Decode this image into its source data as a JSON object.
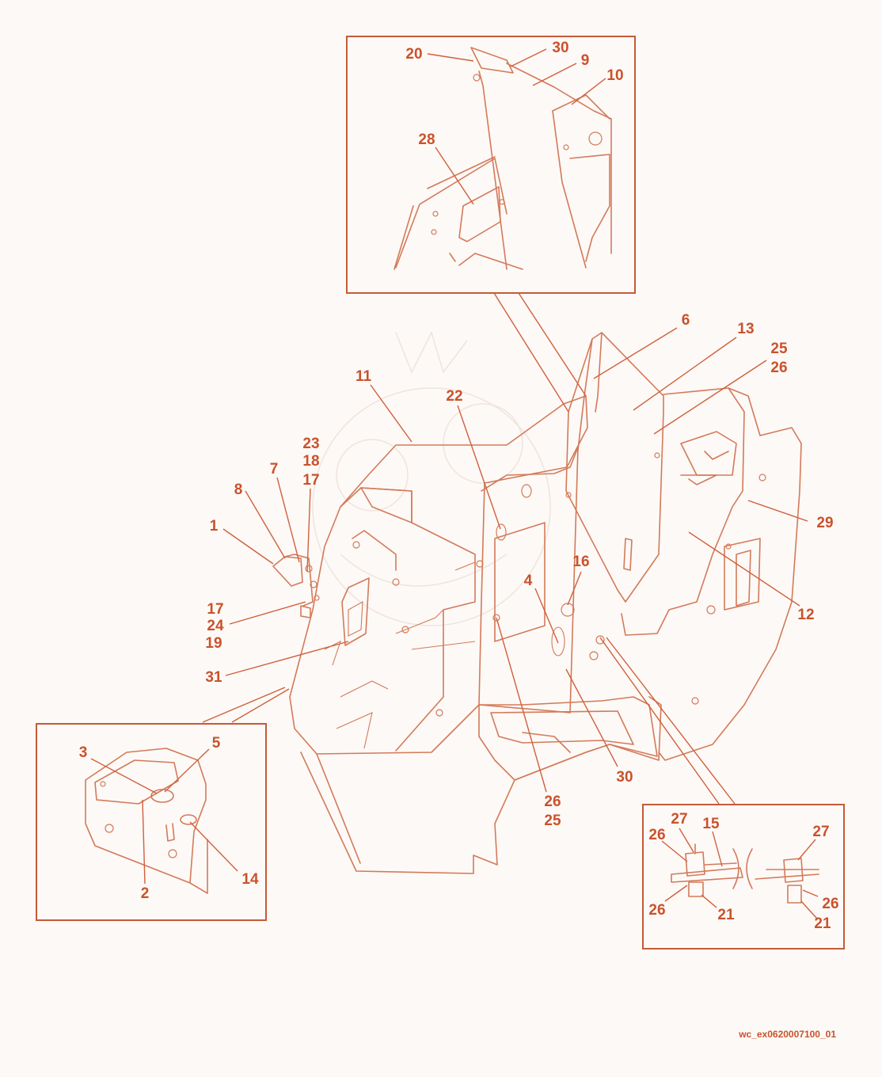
{
  "figure_id": "wc_ex0620007100_01",
  "colors": {
    "line": "#d37a5a",
    "callout": "#c9522c",
    "background": "#fdf9f6"
  },
  "callouts": {
    "main": [
      {
        "id": "c-1",
        "text": "1"
      },
      {
        "id": "c-8",
        "text": "8"
      },
      {
        "id": "c-7",
        "text": "7"
      },
      {
        "id": "c-23",
        "text": "23"
      },
      {
        "id": "c-18",
        "text": "18"
      },
      {
        "id": "c-17a",
        "text": "17"
      },
      {
        "id": "c-17b",
        "text": "17"
      },
      {
        "id": "c-24",
        "text": "24"
      },
      {
        "id": "c-19",
        "text": "19"
      },
      {
        "id": "c-31",
        "text": "31"
      },
      {
        "id": "c-11",
        "text": "11"
      },
      {
        "id": "c-22",
        "text": "22"
      },
      {
        "id": "c-6",
        "text": "6"
      },
      {
        "id": "c-13",
        "text": "13"
      },
      {
        "id": "c-25a",
        "text": "25"
      },
      {
        "id": "c-26a",
        "text": "26"
      },
      {
        "id": "c-29",
        "text": "29"
      },
      {
        "id": "c-12",
        "text": "12"
      },
      {
        "id": "c-16",
        "text": "16"
      },
      {
        "id": "c-4",
        "text": "4"
      },
      {
        "id": "c-30",
        "text": "30"
      },
      {
        "id": "c-26b",
        "text": "26"
      },
      {
        "id": "c-25b",
        "text": "25"
      }
    ],
    "top_inset": [
      {
        "id": "t-20",
        "text": "20"
      },
      {
        "id": "t-30",
        "text": "30"
      },
      {
        "id": "t-9",
        "text": "9"
      },
      {
        "id": "t-10",
        "text": "10"
      },
      {
        "id": "t-28",
        "text": "28"
      }
    ],
    "left_inset": [
      {
        "id": "l-3",
        "text": "3"
      },
      {
        "id": "l-5",
        "text": "5"
      },
      {
        "id": "l-14",
        "text": "14"
      },
      {
        "id": "l-2",
        "text": "2"
      }
    ],
    "right_inset": [
      {
        "id": "r-27a",
        "text": "27"
      },
      {
        "id": "r-15",
        "text": "15"
      },
      {
        "id": "r-26a",
        "text": "26"
      },
      {
        "id": "r-26b",
        "text": "26"
      },
      {
        "id": "r-21a",
        "text": "21"
      },
      {
        "id": "r-27b",
        "text": "27"
      },
      {
        "id": "r-26c",
        "text": "26"
      },
      {
        "id": "r-21b",
        "text": "21"
      }
    ]
  }
}
